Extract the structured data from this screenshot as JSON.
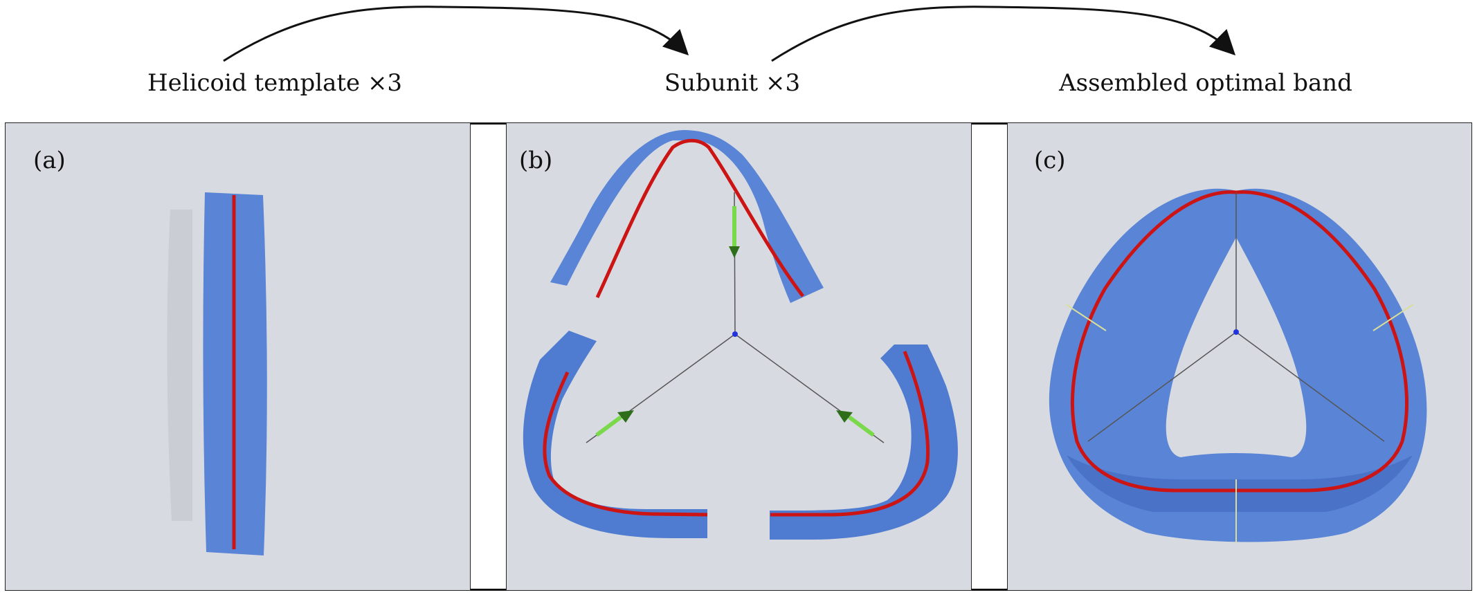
{
  "steps": [
    {
      "label": "Helicoid template ×3"
    },
    {
      "label": "Subunit ×3"
    },
    {
      "label": "Assembled optimal band"
    }
  ],
  "panels": [
    {
      "id": "a",
      "label": "(a)"
    },
    {
      "id": "b",
      "label": "(b)"
    },
    {
      "id": "c",
      "label": "(c)"
    }
  ],
  "colors": {
    "band": "#5a84d6",
    "band_dark": "#3f66bd",
    "centerline": "#cc1414",
    "arrow_green": "#7ad94a",
    "background": "#d7dbe1",
    "seam": "#d9df9a"
  }
}
